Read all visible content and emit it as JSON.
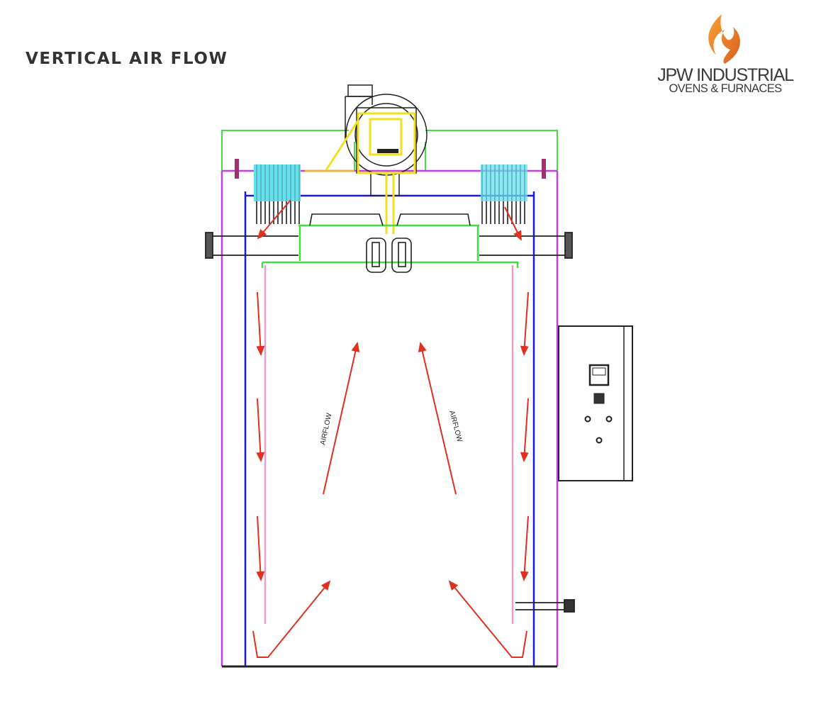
{
  "title": "VERTICAL AIR FLOW",
  "logo": {
    "line1": "JPW INDUSTRIAL",
    "line2": "OVENS & FURNACES"
  },
  "diagram": {
    "airflow_label_left": "AIRFLOW",
    "airflow_label_right": "AIRFLOW"
  },
  "colors": {
    "outer_wall": "#c040e0",
    "inner_wall": "#1a1adc",
    "plenum": "#44dd44",
    "arrow": "#e03020",
    "heater": "#66e0ee",
    "blower": "#f0e020",
    "baffle": "#e8a0c8"
  }
}
